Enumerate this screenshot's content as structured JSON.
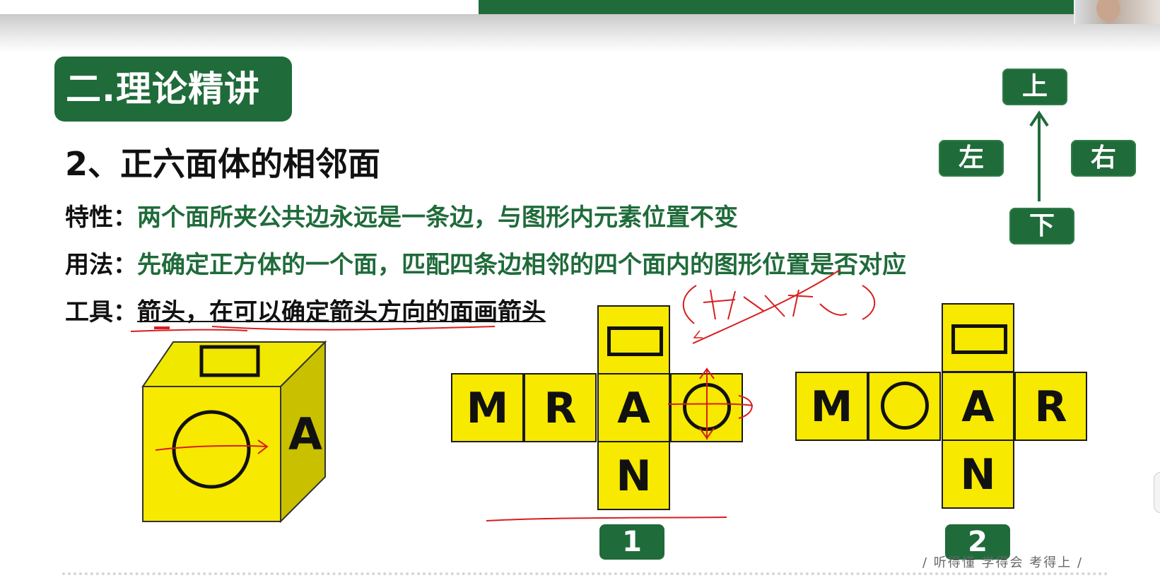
{
  "section": {
    "title": "二.理论精讲"
  },
  "subtitle": "2、正六面体的相邻面",
  "lines": {
    "property_label": "特性：",
    "property_text": "两个面所夹公共边永远是一条边，与图形内元素位置不变",
    "usage_label": "用法：",
    "usage_text": "先确定正方体的一个面，匹配四条边相邻的四个面内的图形位置是否对应",
    "tool_label": "工具：",
    "tool_text_1": "箭头，",
    "tool_text_2": "在可以确定箭头方向的面",
    "tool_text_3": "画箭头"
  },
  "directions": {
    "up": "上",
    "down": "下",
    "left": "左",
    "right": "右"
  },
  "cube": {
    "side_letter": "A"
  },
  "net1": {
    "row": [
      "M",
      "R",
      "A",
      "○"
    ],
    "bottom": "N",
    "label": "1"
  },
  "net2": {
    "row": [
      "M",
      "○",
      "A",
      "R"
    ],
    "bottom": "N",
    "label": "2"
  },
  "footer": {
    "slogan": "/ 听得懂 学得会 考得上 /"
  },
  "colors": {
    "accent": "#1f6b3a",
    "face": "#f7e900",
    "ink": "#d81e1e"
  }
}
